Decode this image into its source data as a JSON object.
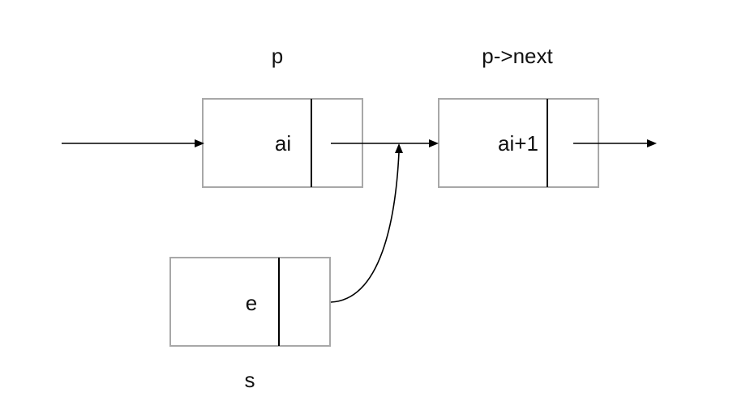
{
  "nodes": {
    "p": {
      "pointer_label": "p",
      "value": "ai"
    },
    "next": {
      "pointer_label": "p->next",
      "value": "ai+1"
    },
    "s": {
      "pointer_label": "s",
      "value": "e"
    }
  }
}
